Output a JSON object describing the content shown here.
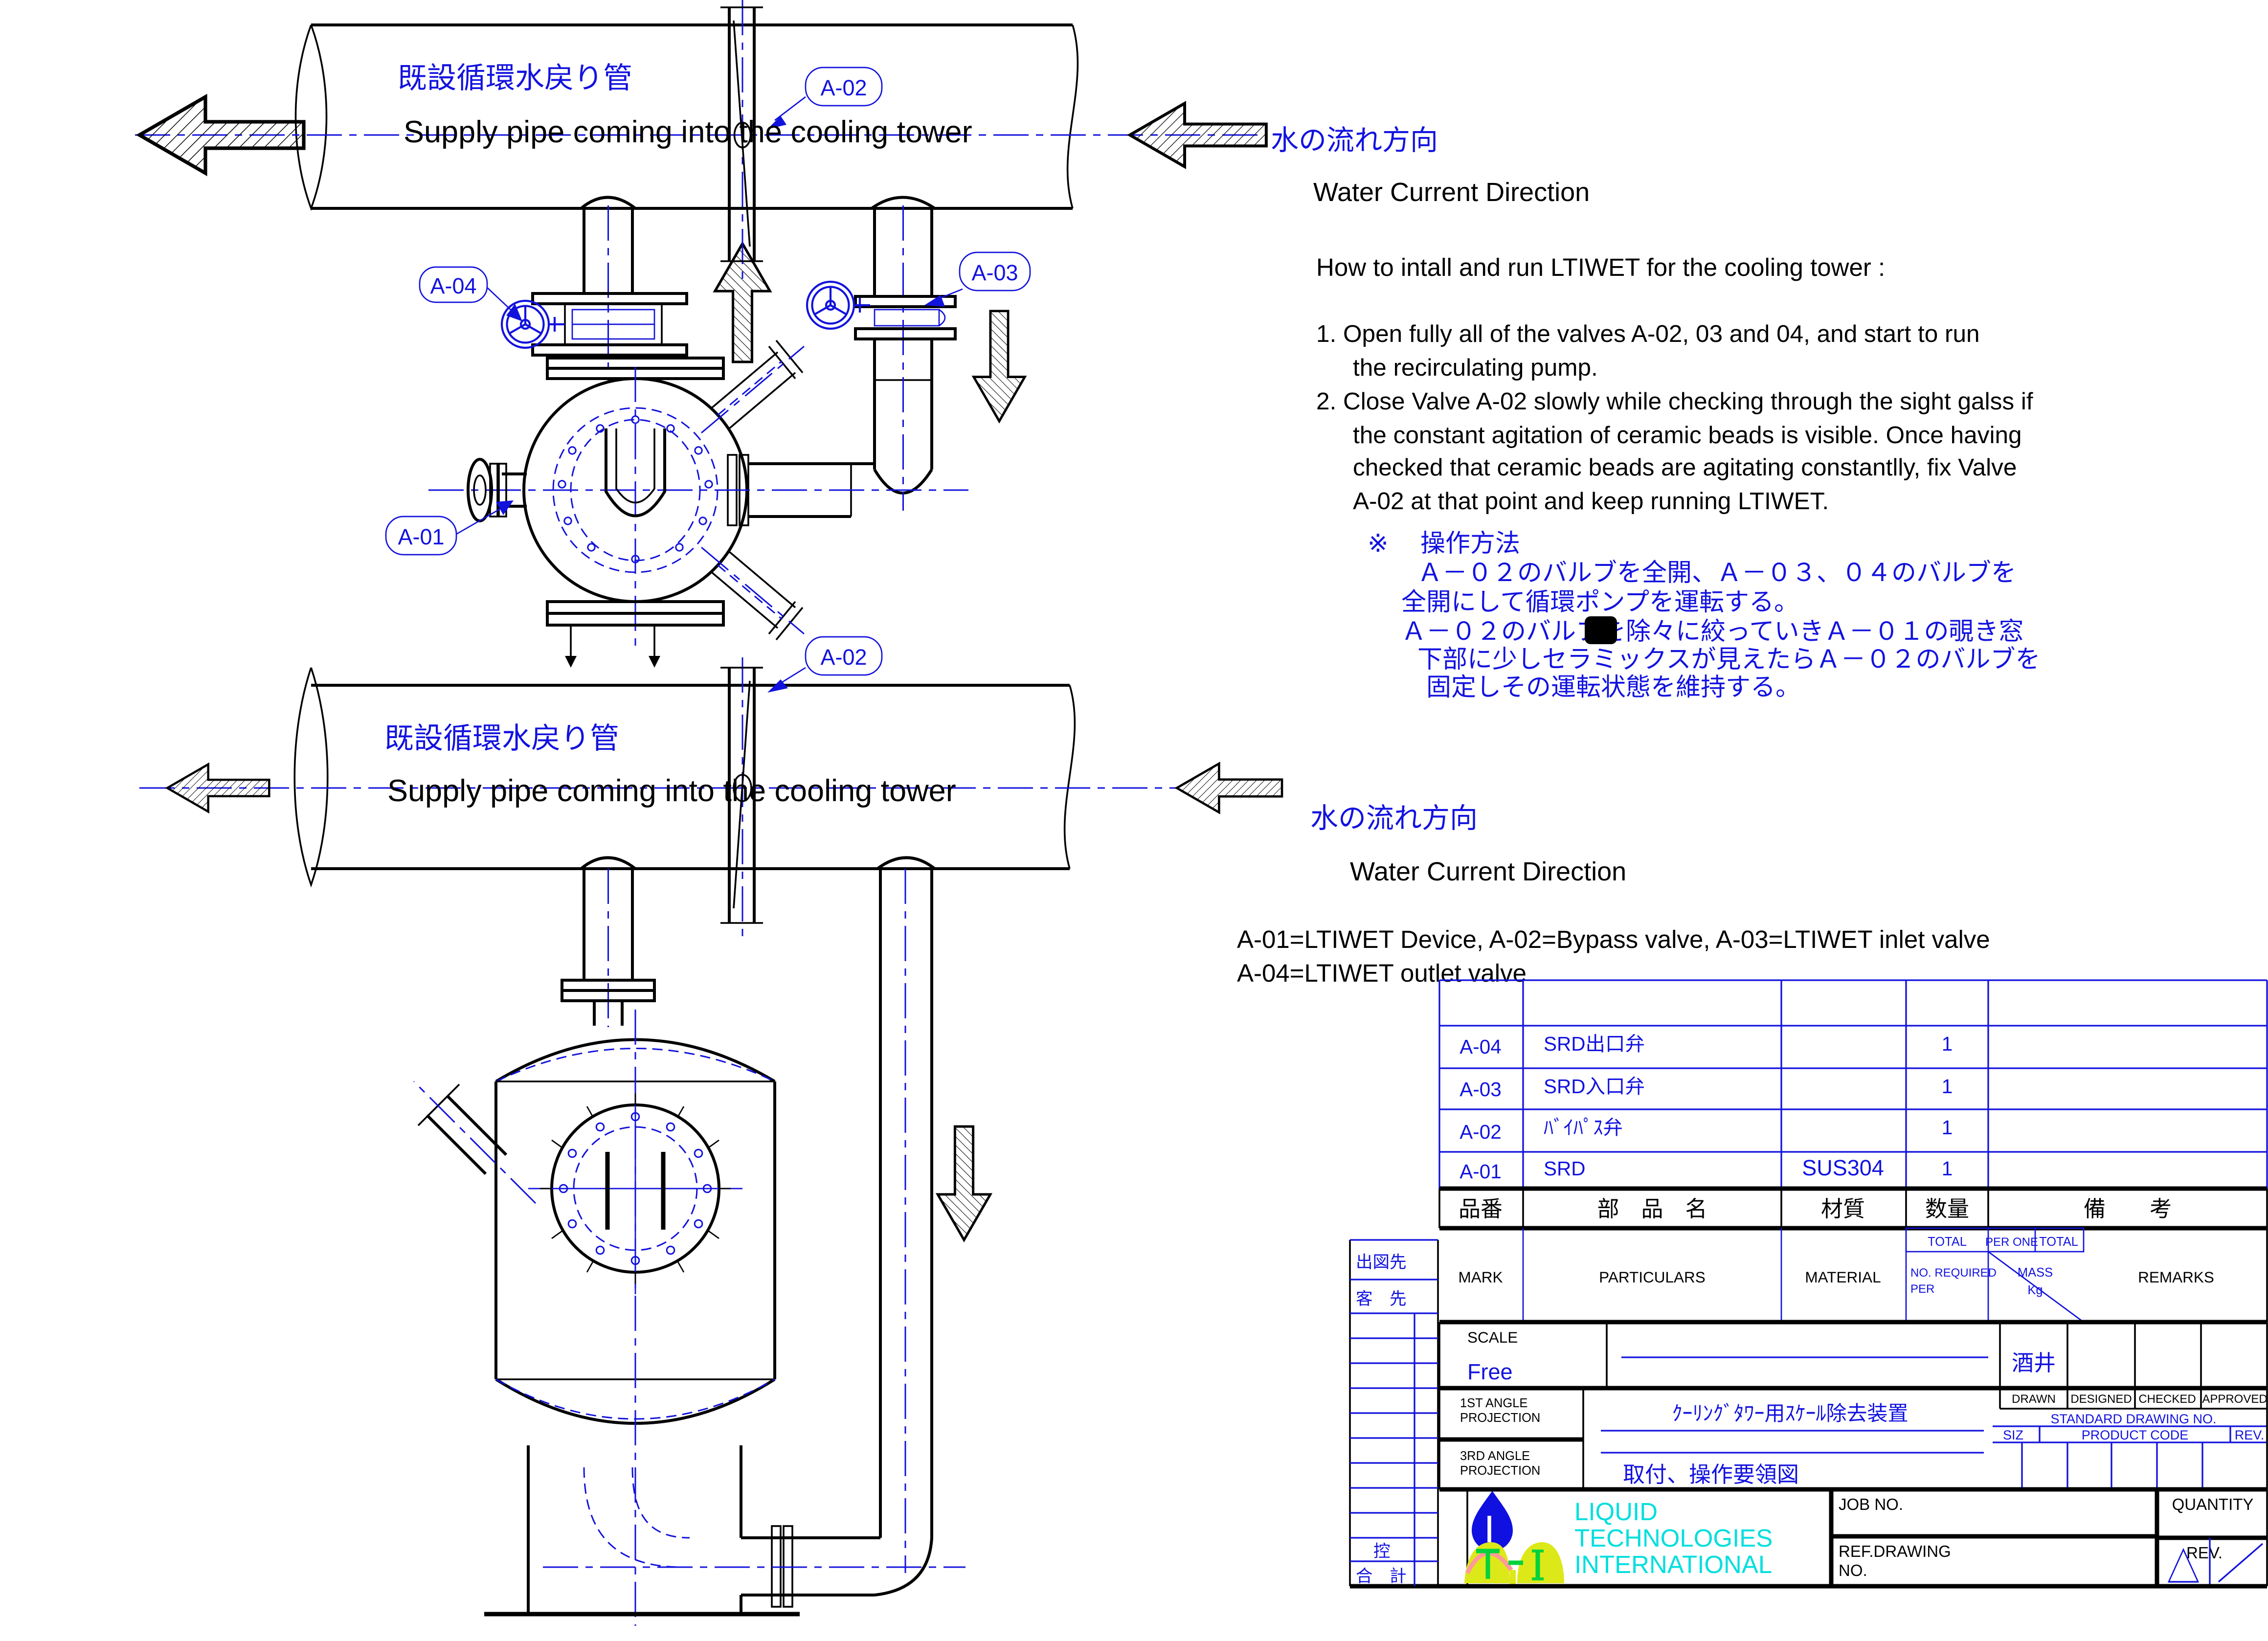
{
  "colors": {
    "line_blue": "#1212dd",
    "text_blue": "#1212e0",
    "black": "#000000",
    "cyan": "#00dede",
    "logo_drop_blue": "#1010e0",
    "logo_leaf_yellow": "#dde818",
    "logo_green": "#00d23c",
    "logo_pink": "#ff9a9a"
  },
  "top_view": {
    "pipe_label_jp": "既設循環水戻り管",
    "pipe_label_en": "Supply pipe coming into the cooling tower",
    "flow_label_jp": "水の流れ方向",
    "flow_label_en": "Water Current Direction",
    "tag_a02": "A-02",
    "tag_a03": "A-03",
    "tag_a04": "A-04",
    "tag_a01": "A-01"
  },
  "bottom_view": {
    "pipe_label_jp": "既設循環水戻り管",
    "pipe_label_en": "Supply pipe coming into the cooling tower",
    "flow_label_jp": "水の流れ方向",
    "flow_label_en": "Water Current Direction",
    "tag_a02": "A-02"
  },
  "instructions": {
    "heading": "How to intall and run LTIWET for the cooling tower :",
    "lines": [
      "1. Open fully all of the valves A-02, 03 and 04, and start to run",
      "the recirculating pump.",
      "2. Close Valve A-02 slowly while checking through the sight galss if",
      "the constant agitation of ceramic beads is visible.  Once having",
      "checked that ceramic beads are agitating constantlly, fix Valve",
      "A-02 at that point and keep running LTIWET."
    ]
  },
  "notes_jp": {
    "marker": "※",
    "title": "操作方法",
    "lines": [
      "Ａ－０２のバルブを全開、Ａ－０３、０４のバルブを",
      "全開にして循環ポンプを運転する。",
      "Ａ－０２のバルブを除々に絞っていきＡ－０１の覗き窓",
      "下部に少しセラミックスが見えたらＡ－０２のバルブを",
      "固定しその運転状態を維持する。"
    ]
  },
  "legend": {
    "line1": "A-01=LTIWET Device, A-02=Bypass valve, A-03=LTIWET inlet valve",
    "line2": "A-04=LTIWET outlet valve"
  },
  "parts_table": {
    "headers_jp": {
      "mark": "品番",
      "name": "部　品　名",
      "material": "材質",
      "qty": "数量",
      "remarks": "備　　考"
    },
    "headers_en": {
      "mark": "MARK",
      "name": "PARTICULARS",
      "material": "MATERIAL",
      "remarks": "REMARKS"
    },
    "sub_headers": {
      "total": "TOTAL",
      "per_one": "PER ONE",
      "total2": "TOTAL",
      "no_required": "NO. REQUIRED",
      "per": "PER",
      "mass": "MASS",
      "kg": "Kg"
    },
    "rows": [
      {
        "mark": "A-04",
        "name": "SRD出口弁",
        "material": "",
        "qty": "1",
        "remarks": ""
      },
      {
        "mark": "A-03",
        "name": "SRD入口弁",
        "material": "",
        "qty": "1",
        "remarks": ""
      },
      {
        "mark": "A-02",
        "name": "ﾊﾞｲﾊﾟｽ弁",
        "material": "",
        "qty": "1",
        "remarks": ""
      },
      {
        "mark": "A-01",
        "name": "SRD",
        "material": "SUS304",
        "qty": "1",
        "remarks": ""
      }
    ]
  },
  "title_block": {
    "scale_label": "SCALE",
    "scale_value": "Free",
    "drawn_name": "酒井",
    "sign_labels": [
      "DRAWN",
      "DESIGNED",
      "CHECKED",
      "APPROVED"
    ],
    "projection_1st_l1": "1ST ANGLE",
    "projection_1st_l2": "PROJECTION",
    "projection_3rd_l1": "3RD ANGLE",
    "projection_3rd_l2": "PROJECTION",
    "standard_drawing_no": "STANDARD DRAWING NO.",
    "siz": "SIZ",
    "product_code": "PRODUCT CODE",
    "rev_small": "REV.",
    "drawing_title_jp": "ｸｰﾘﾝｸﾞﾀﾜｰ用ｽｹｰﾙ除去装置",
    "drawing_subtitle_jp": "取付、操作要領図",
    "job_no": "JOB NO.",
    "ref_drawing_l1": "REF.DRAWING",
    "ref_drawing_l2": "NO.",
    "quantity": "QUANTITY",
    "rev": "REV.",
    "dispatch": {
      "row1": "出図先",
      "row2": "客　先",
      "row3": "控",
      "row4": "合　計"
    },
    "logo": {
      "line1": "LIQUID",
      "line2": "TECHNOLOGIES",
      "line3": "INTERNATIONAL"
    }
  }
}
